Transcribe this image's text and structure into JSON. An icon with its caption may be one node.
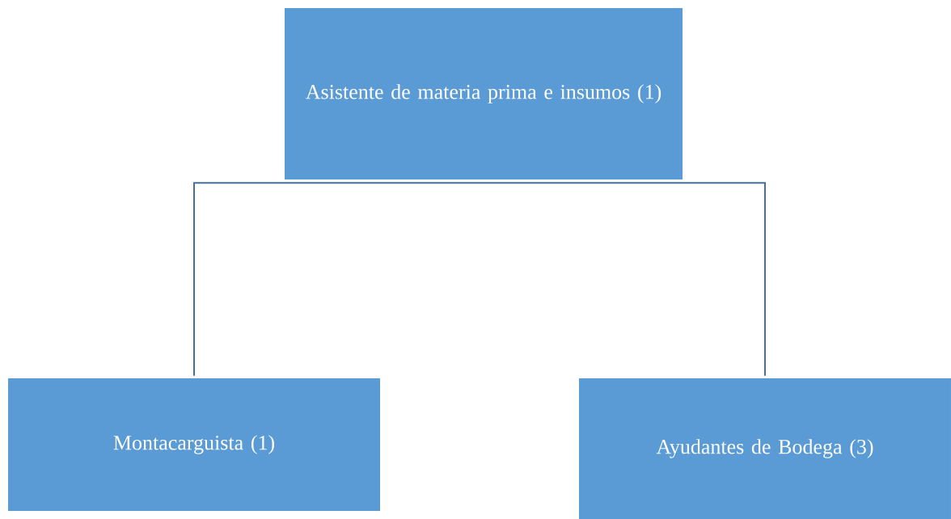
{
  "diagram": {
    "nodes": [
      {
        "text": [
          "Asistente de materia prima e insumos (1)"
        ]
      },
      {
        "text": [
          "Montacarguista (1)"
        ]
      },
      {
        "text": [
          "Ayudantes de Bodega (3)"
        ]
      }
    ],
    "edges": [
      {
        "from": 0,
        "to": 1,
        "arrow": "none"
      },
      {
        "from": 0,
        "to": 2,
        "arrow": "none"
      }
    ]
  }
}
